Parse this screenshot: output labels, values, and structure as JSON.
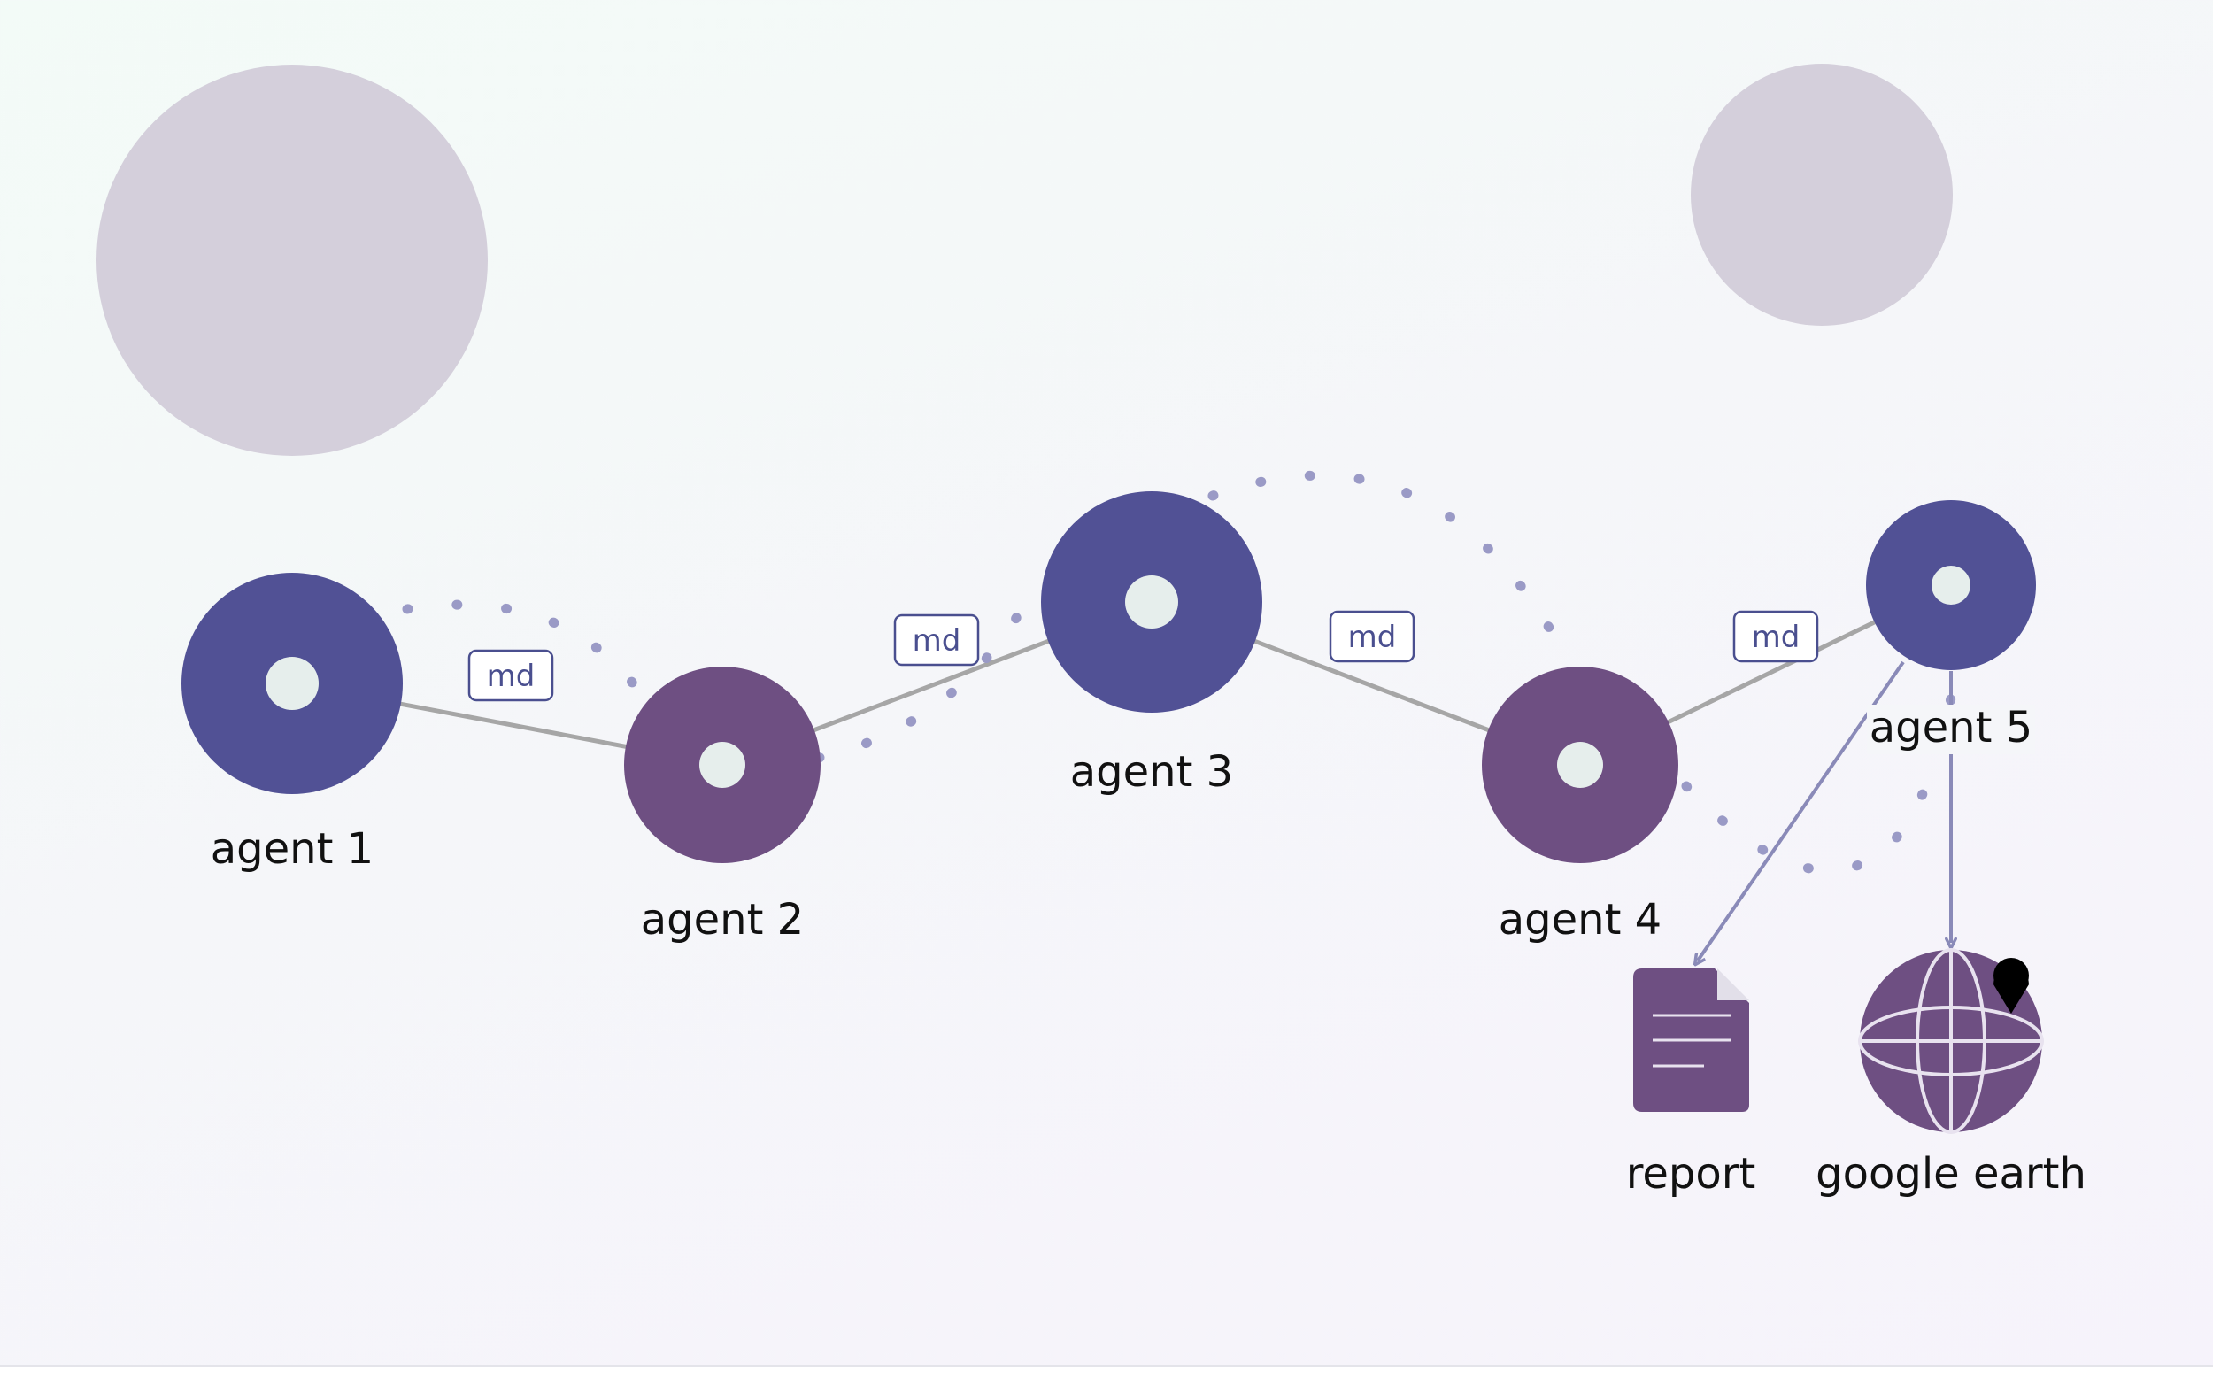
{
  "colors": {
    "agent_blue": "#515195",
    "agent_purple": "#6e4f82",
    "node_core": "#e6eeec",
    "decor_circle": "#d4cfdb",
    "solid_edge": "#a6a6a6",
    "dotted_edge": "#9a9ac6",
    "arrow": "#8a8ab8",
    "label_box_border": "#4a4f8f",
    "label_text": "#111111"
  },
  "nodes": [
    {
      "id": "agent1",
      "label": "agent 1",
      "color": "agent_blue"
    },
    {
      "id": "agent2",
      "label": "agent 2",
      "color": "agent_purple"
    },
    {
      "id": "agent3",
      "label": "agent 3",
      "color": "agent_blue"
    },
    {
      "id": "agent4",
      "label": "agent 4",
      "color": "agent_purple"
    },
    {
      "id": "agent5",
      "label": "agent 5",
      "color": "agent_blue"
    }
  ],
  "outputs": [
    {
      "id": "report",
      "label": "report",
      "icon": "document-icon"
    },
    {
      "id": "google_earth",
      "label": "google earth",
      "icon": "globe-pin-icon"
    }
  ],
  "edges": [
    {
      "from": "agent1",
      "to": "agent2",
      "label": "md",
      "style": "solid"
    },
    {
      "from": "agent2",
      "to": "agent3",
      "label": "md",
      "style": "solid"
    },
    {
      "from": "agent3",
      "to": "agent4",
      "label": "md",
      "style": "solid"
    },
    {
      "from": "agent4",
      "to": "agent5",
      "label": "md",
      "style": "solid"
    },
    {
      "from": "agent1",
      "to": "agent2",
      "label": "",
      "style": "dotted"
    },
    {
      "from": "agent2",
      "to": "agent3",
      "label": "",
      "style": "dotted"
    },
    {
      "from": "agent3",
      "to": "agent4",
      "label": "",
      "style": "dotted"
    },
    {
      "from": "agent4",
      "to": "agent5",
      "label": "",
      "style": "dotted"
    },
    {
      "from": "agent5",
      "to": "report",
      "label": "",
      "style": "arrow"
    },
    {
      "from": "agent5",
      "to": "google_earth",
      "label": "",
      "style": "arrow"
    }
  ]
}
